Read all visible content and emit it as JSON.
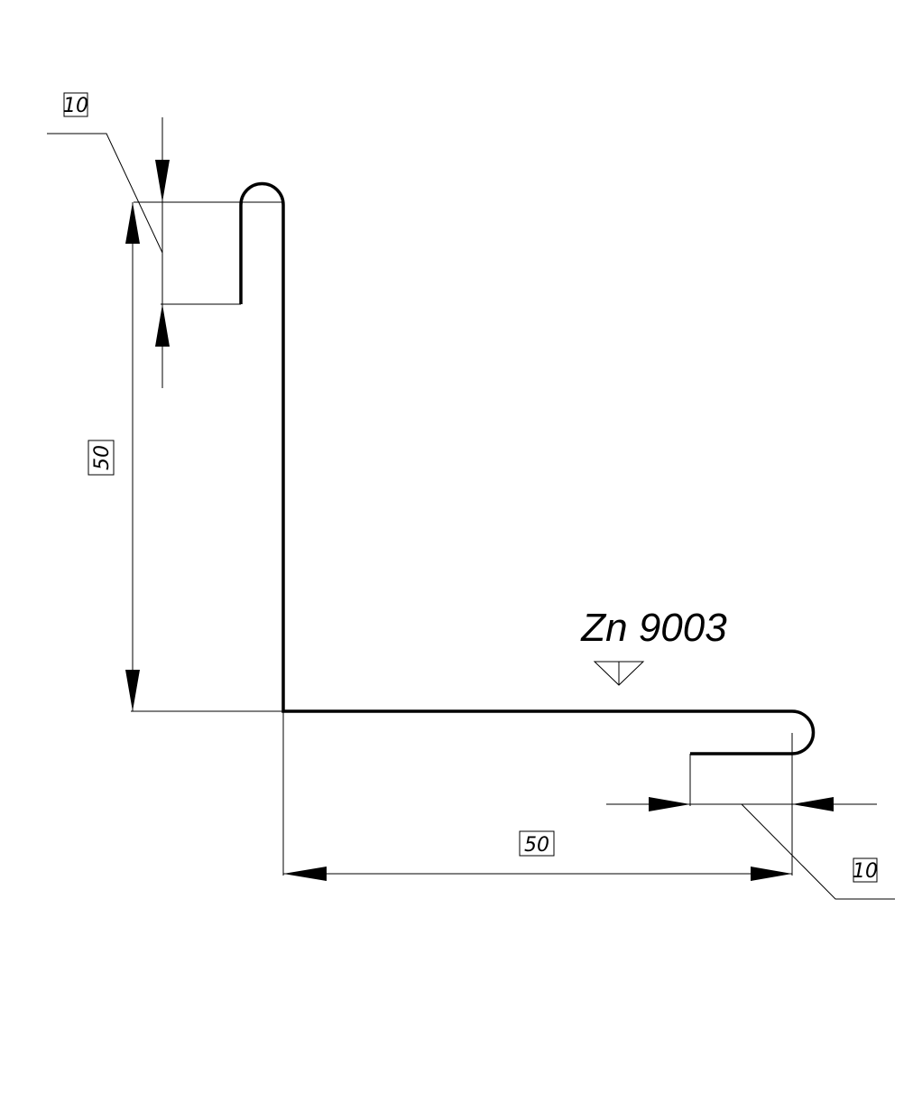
{
  "finish_label": "Zn 9003",
  "finish_symbol": "triangle-surface-finish-icon",
  "dimensions": {
    "top_lip": "10",
    "vertical_leg": "50",
    "horizontal_leg": "50",
    "bottom_lip": "10"
  },
  "colors": {
    "line": "#000000",
    "background": "#ffffff"
  }
}
